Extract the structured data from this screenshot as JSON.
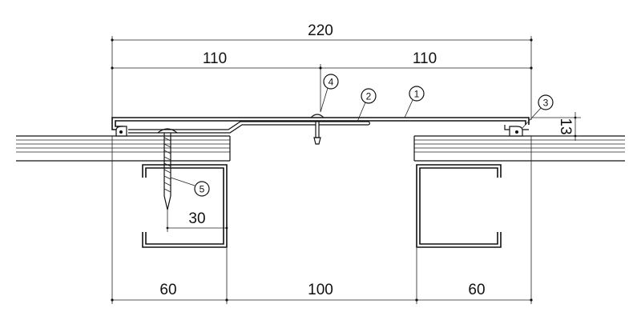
{
  "dimensions": {
    "overall_width": "220",
    "half_left": "110",
    "half_right": "110",
    "bottom_left": "60",
    "bottom_middle": "100",
    "bottom_right": "60",
    "height": "13",
    "screw_offset": "30"
  },
  "callouts": [
    {
      "id": "cover",
      "label": "1"
    },
    {
      "id": "joint-strip",
      "label": "2"
    },
    {
      "id": "end-clip",
      "label": "3"
    },
    {
      "id": "rivet",
      "label": "4"
    },
    {
      "id": "self-drilling-screw",
      "label": "5"
    }
  ],
  "colors": {
    "line": "#111111",
    "background": "#ffffff"
  }
}
